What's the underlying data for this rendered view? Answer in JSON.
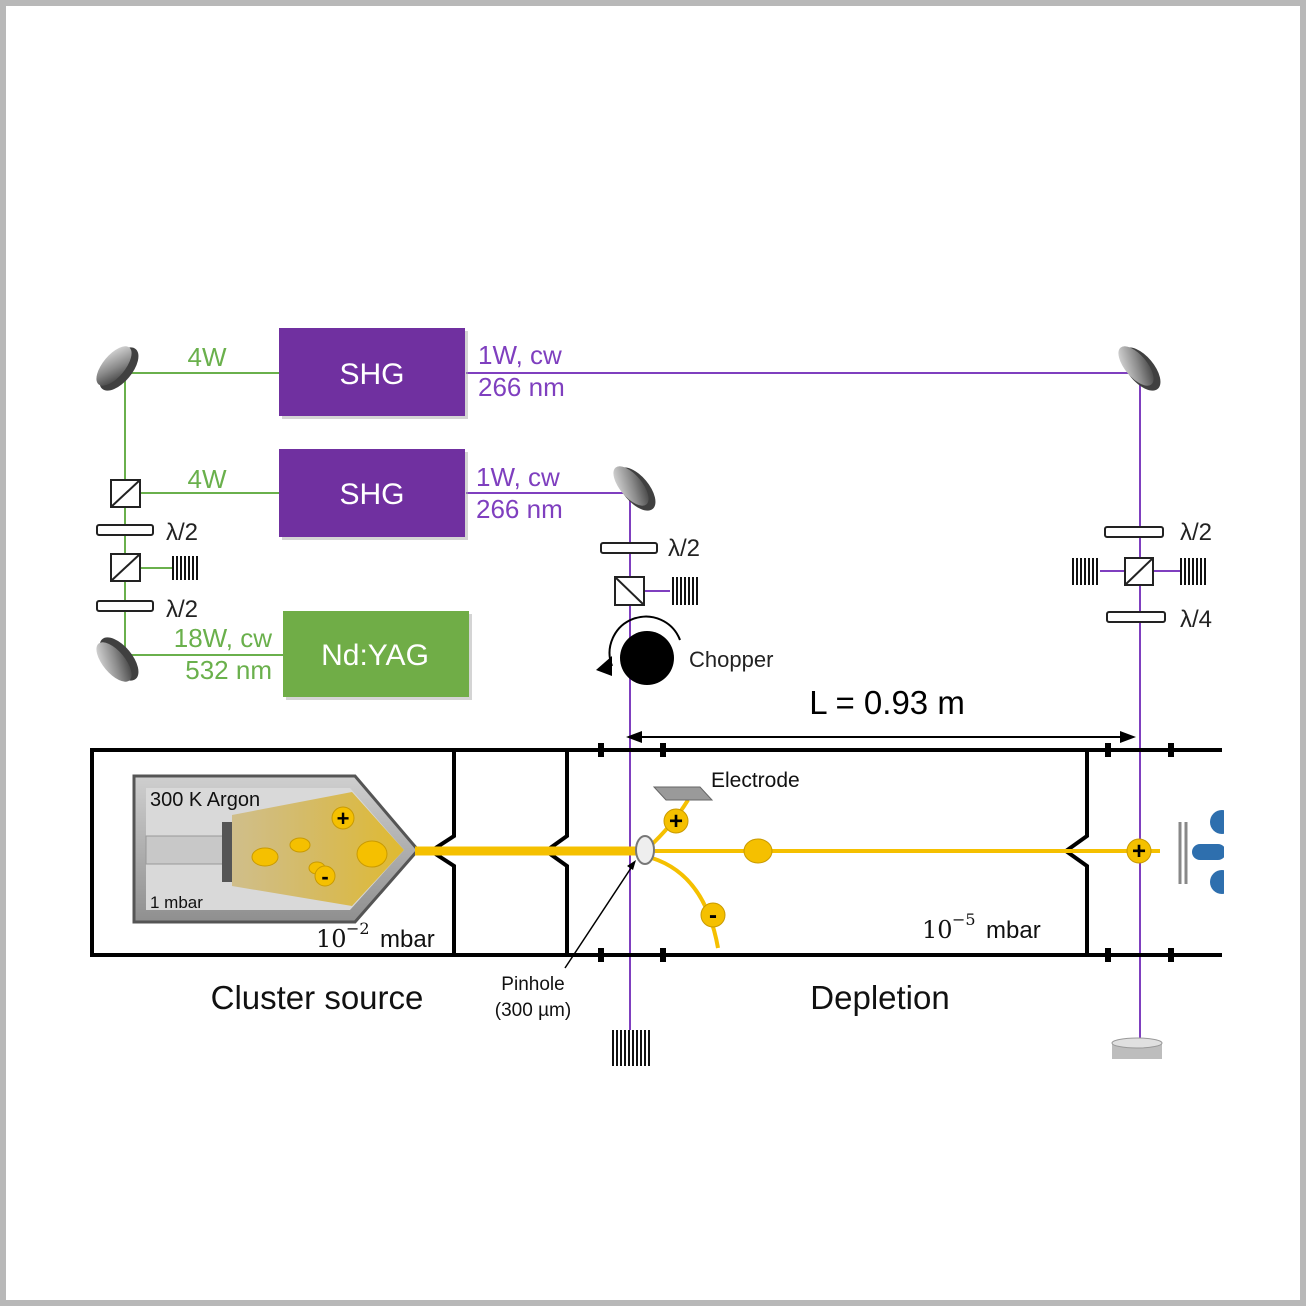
{
  "colors": {
    "laser_green": "#6ab04c",
    "uv_purple": "#7f3fbf",
    "shg_box": "#7030a0",
    "ndyag_box": "#70ad47",
    "cluster_beam": "#f5c000",
    "chamber": "#000000",
    "source_gray": "#a6a6a6"
  },
  "lasers": {
    "shg_top": {
      "label": "SHG",
      "in_power": "4W",
      "out_line1": "1W, cw",
      "out_line2": "266 nm"
    },
    "shg_bottom": {
      "label": "SHG",
      "in_power": "4W",
      "out_line1": "1W, cw",
      "out_line2": "266 nm"
    },
    "ndyag": {
      "label": "Nd:YAG",
      "out_line1": "18W, cw",
      "out_line2": "532 nm"
    }
  },
  "optics": {
    "left_hwp_upper": "λ/2",
    "left_hwp_lower": "λ/2",
    "mid_hwp": "λ/2",
    "right_hwp": "λ/2",
    "right_qwp": "λ/4",
    "chopper": "Chopper"
  },
  "distance_label": "L = 0.93 m",
  "chamber": {
    "source_gas": "300 K Argon",
    "source_pressure": "1 mbar",
    "source_region_pressure_base": "10",
    "source_region_pressure_exp": "−2",
    "source_region_pressure_unit": "mbar",
    "depletion_pressure_base": "10",
    "depletion_pressure_exp": "−5",
    "depletion_pressure_unit": "mbar",
    "electrode": "Electrode",
    "pinhole_line1": "Pinhole",
    "pinhole_line2": "(300 µm)",
    "section_cluster_source": "Cluster source",
    "section_depletion": "Depletion"
  },
  "ions": {
    "plus": "+",
    "minus": "-"
  }
}
